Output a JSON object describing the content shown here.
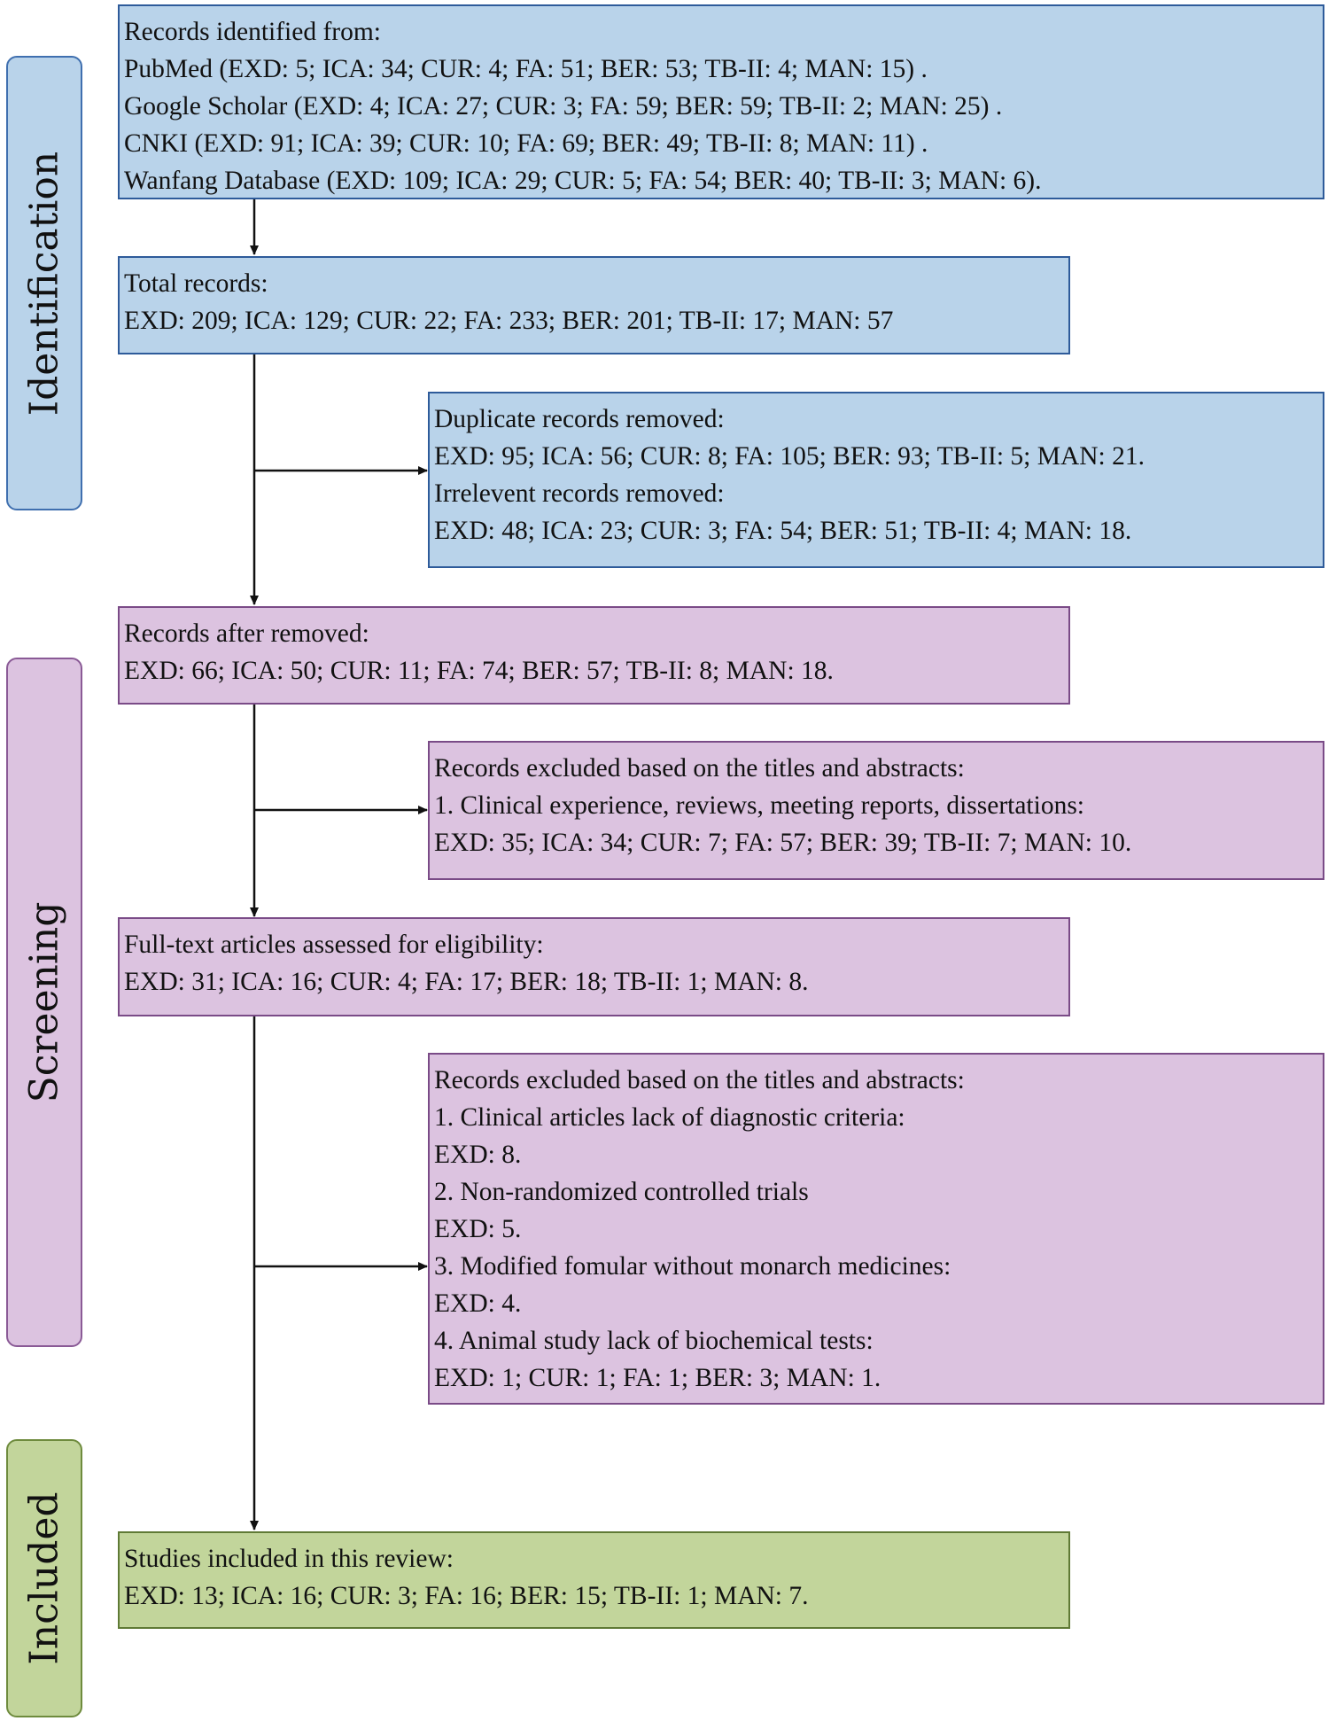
{
  "stages": {
    "identification": "Identification",
    "screening": "Screening",
    "included": "Included"
  },
  "boxes": {
    "identified": {
      "lines": [
        "Records identified from:",
        "PubMed (EXD: 5; ICA: 34; CUR: 4; FA: 51; BER: 53; TB-II: 4; MAN: 15) .",
        "Google Scholar (EXD: 4; ICA: 27; CUR: 3; FA: 59; BER: 59; TB-II: 2; MAN: 25) .",
        "CNKI (EXD: 91; ICA: 39; CUR: 10; FA: 69; BER: 49; TB-II: 8; MAN: 11) .",
        "Wanfang Database (EXD: 109; ICA: 29; CUR: 5; FA: 54; BER: 40; TB-II: 3; MAN: 6)."
      ]
    },
    "total": {
      "lines": [
        "Total records:",
        "EXD: 209; ICA: 129; CUR: 22; FA: 233; BER: 201; TB-II: 17; MAN: 57"
      ]
    },
    "removed": {
      "lines": [
        "Duplicate records removed:",
        "EXD: 95; ICA: 56; CUR: 8; FA: 105; BER: 93; TB-II: 5; MAN: 21.",
        "Irrelevent records removed:",
        "EXD: 48; ICA: 23; CUR: 3; FA: 54; BER: 51; TB-II: 4; MAN: 18."
      ]
    },
    "after_removed": {
      "lines": [
        "Records after removed:",
        "EXD: 66; ICA: 50; CUR: 11; FA: 74; BER: 57; TB-II: 8; MAN: 18."
      ]
    },
    "excluded_titles": {
      "lines": [
        "Records excluded based on the titles and abstracts:",
        "1. Clinical experience, reviews, meeting reports, dissertations:",
        "EXD: 35; ICA: 34; CUR: 7; FA: 57; BER: 39; TB-II: 7; MAN: 10."
      ]
    },
    "fulltext": {
      "lines": [
        "Full-text articles assessed for eligibility:",
        "EXD: 31; ICA: 16; CUR: 4; FA: 17; BER: 18; TB-II: 1; MAN: 8."
      ]
    },
    "excluded_fulltext": {
      "lines": [
        "Records excluded based on the titles and abstracts:",
        "1. Clinical articles lack of diagnostic criteria:",
        "EXD: 8.",
        "2. Non-randomized controlled trials",
        "EXD: 5.",
        "3. Modified fomular without monarch medicines:",
        "EXD: 4.",
        "4. Animal study lack of biochemical tests:",
        "EXD: 1; CUR: 1; FA: 1; BER: 3; MAN: 1."
      ]
    },
    "included": {
      "lines": [
        "Studies included in this review:",
        "EXD: 13; ICA: 16; CUR: 3; FA: 16; BER: 15; TB-II: 1; MAN: 7."
      ]
    }
  }
}
